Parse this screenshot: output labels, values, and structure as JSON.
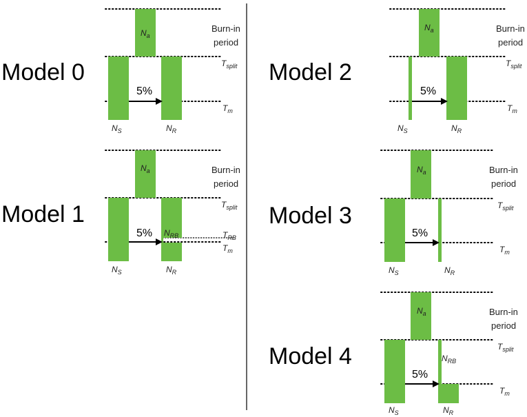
{
  "colors": {
    "population": "#6cbd45",
    "line": "#000000"
  },
  "labels": {
    "burn_in_line1": "Burn-in",
    "burn_in_line2": "period",
    "migration": "5%",
    "Na_main": "N",
    "Na_sub": "a",
    "NS_main": "N",
    "NS_sub": "S",
    "NR_main": "N",
    "NR_sub": "R",
    "NRB_main": "N",
    "NRB_sub": "RB",
    "Tsplit_main": "T",
    "Tsplit_sub": "split",
    "Tm_main": "T",
    "Tm_sub": "m",
    "TRB_main": "T",
    "TRB_sub": "RB"
  },
  "models": [
    {
      "title": "Model 0"
    },
    {
      "title": "Model 1"
    },
    {
      "title": "Model 2"
    },
    {
      "title": "Model 3"
    },
    {
      "title": "Model 4"
    }
  ]
}
